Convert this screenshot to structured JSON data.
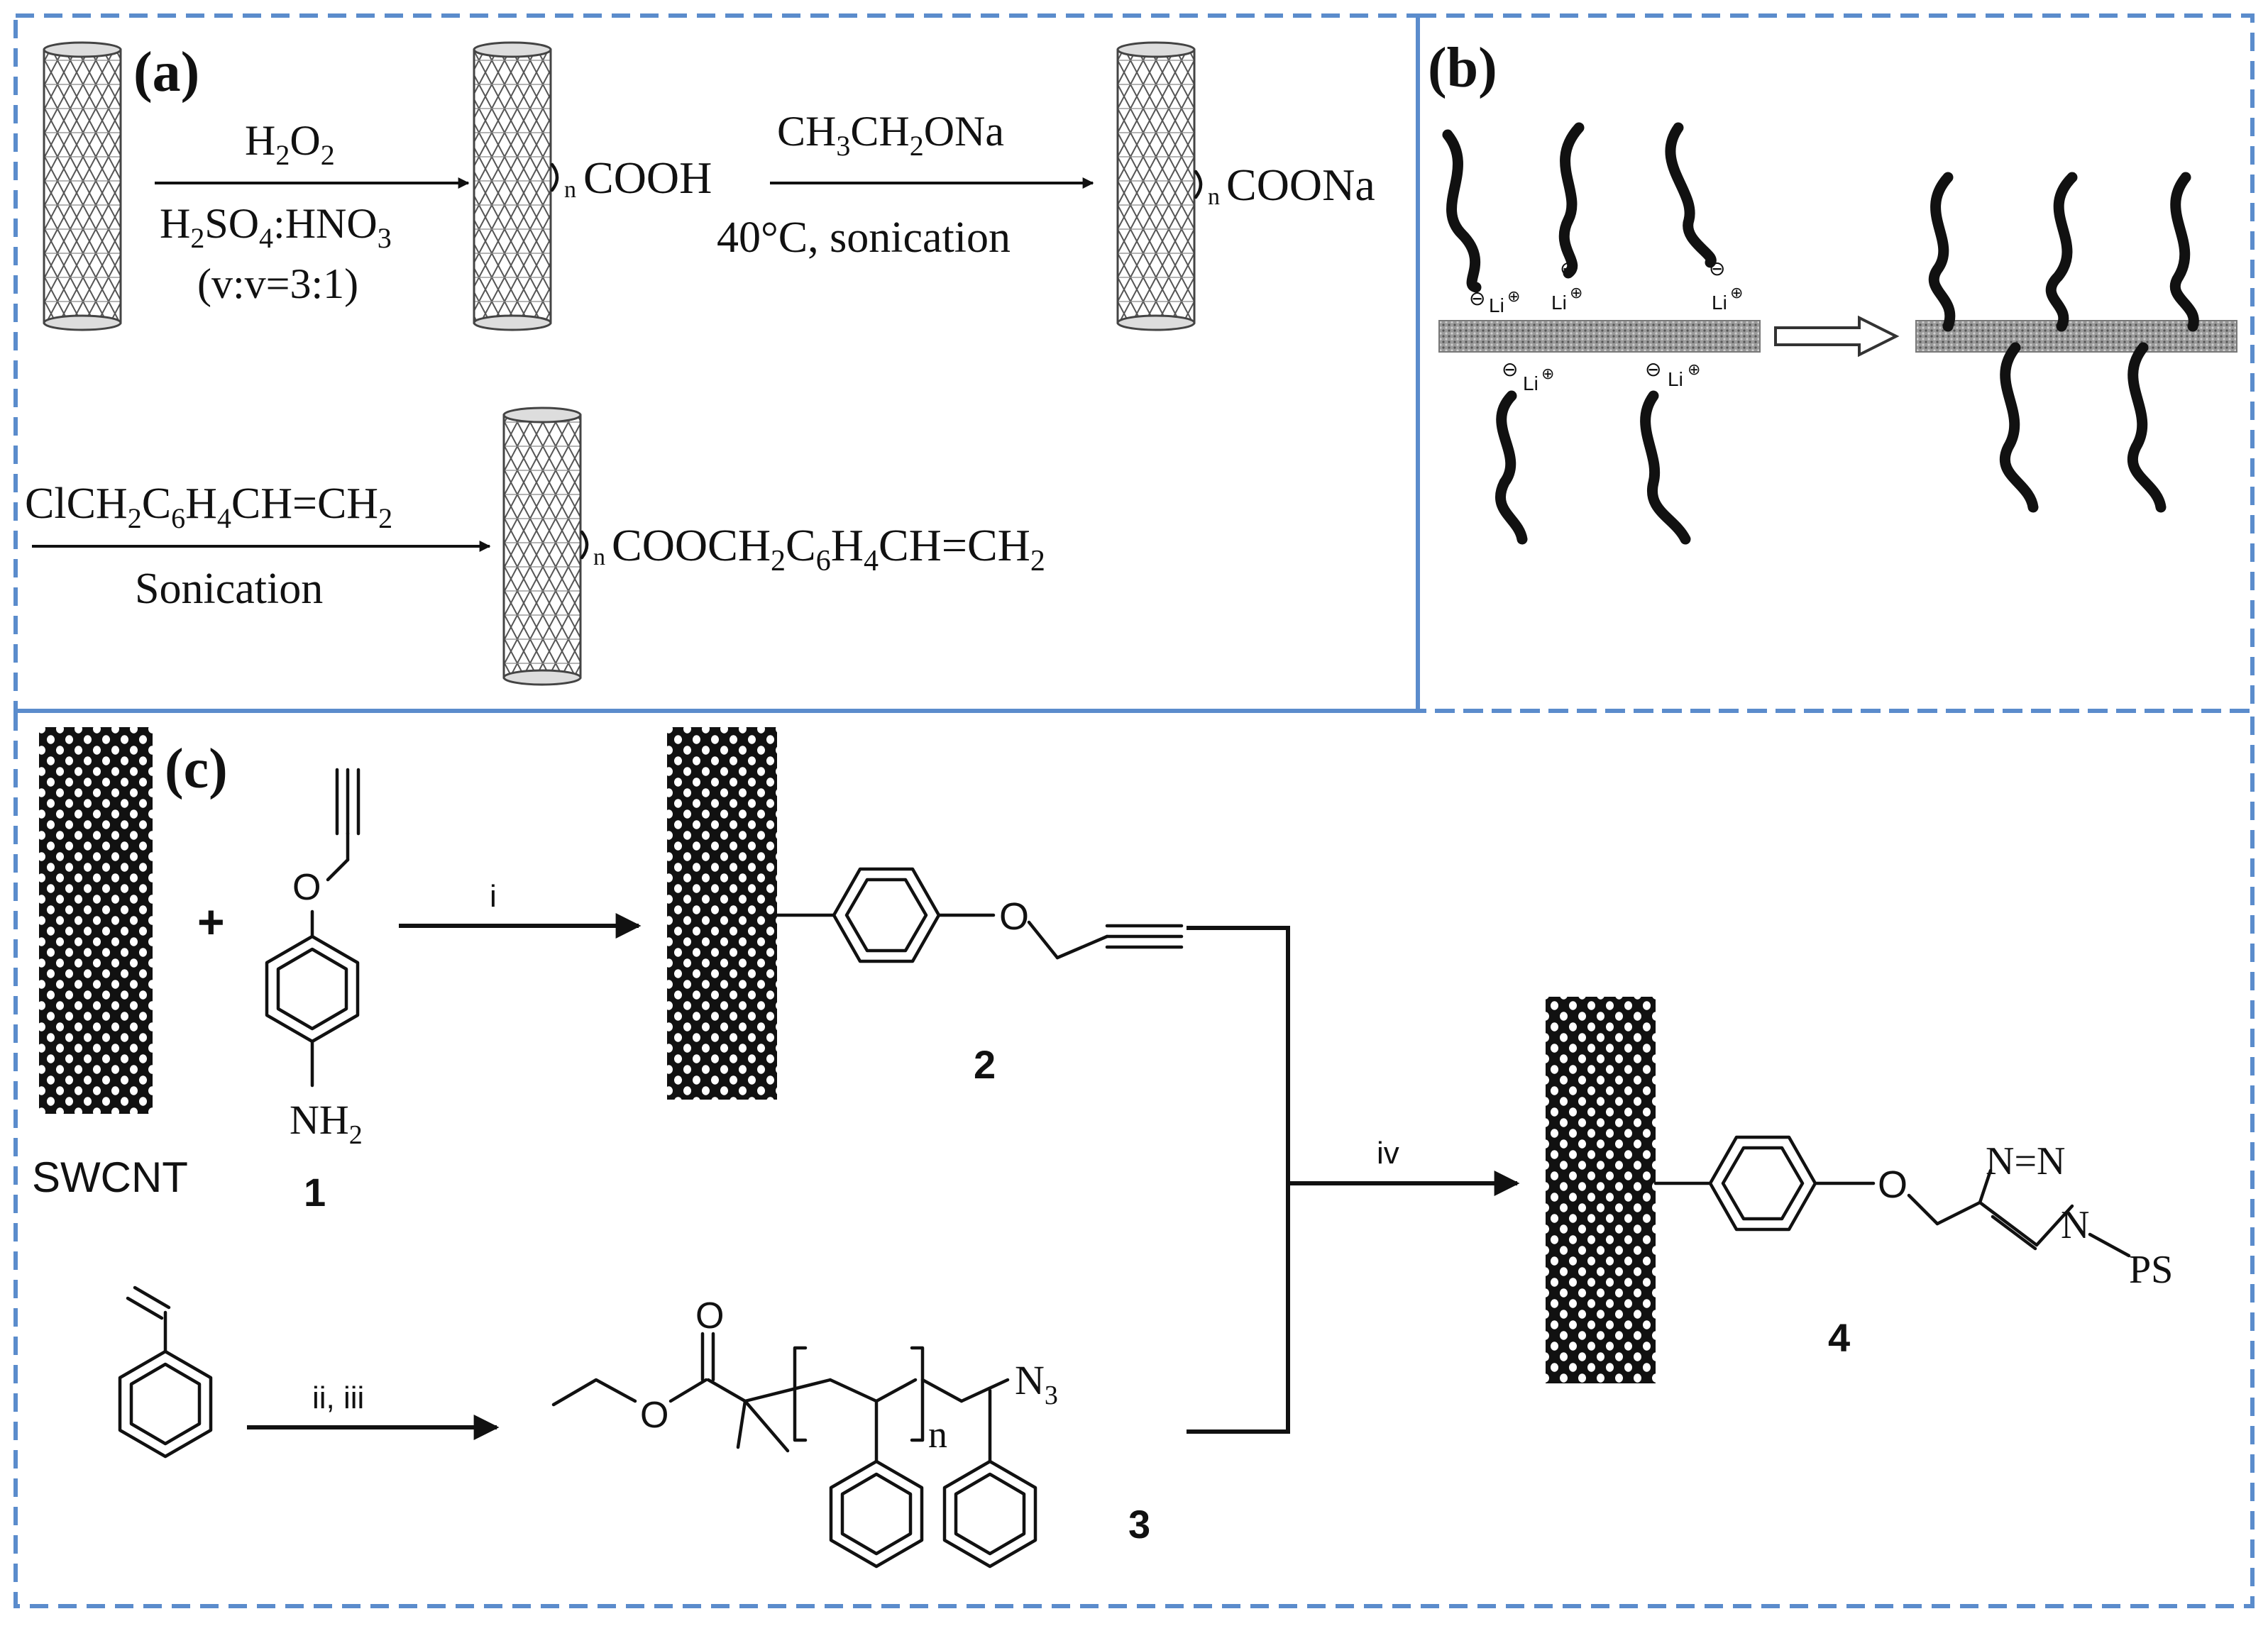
{
  "panels": {
    "a": {
      "label": "(a)",
      "step1": {
        "above": "H2O2",
        "below1": "H2SO4:HNO3",
        "below2": "(v:v=3:1)"
      },
      "product1": "COOH",
      "step2": {
        "above": "CH3CH2ONa",
        "below": "40°C, sonication"
      },
      "product2": "COONa",
      "step3": {
        "above": "ClCH2C6H4CH=CH2",
        "below": "Sonication"
      },
      "product3": "COOCH2C6H4CH=CH2",
      "repeat_subscript": "n"
    },
    "b": {
      "label": "(b)",
      "ion": "Li",
      "charge": "⊖",
      "cation_charge": "⊕"
    },
    "c": {
      "label": "(c)",
      "swcnt": "SWCNT",
      "plus": "+",
      "compound1": {
        "number": "1",
        "amine": "NH2",
        "oxygen": "O"
      },
      "compound2": {
        "number": "2",
        "oxygen": "O"
      },
      "compound3": {
        "number": "3",
        "carbonyl_o": "O",
        "ester_o": "O",
        "repeat": "n",
        "azide": "N3"
      },
      "compound4": {
        "number": "4",
        "oxygen": "O",
        "triazole": "N=N",
        "n1": "N",
        "substituent": "PS"
      },
      "reagents": {
        "i": "i",
        "ii_iii": "ii, iii",
        "iv": "iv"
      }
    }
  },
  "colors": {
    "border": "#5b8ccc",
    "ink": "#111111",
    "tube": "#6a6a6a"
  }
}
